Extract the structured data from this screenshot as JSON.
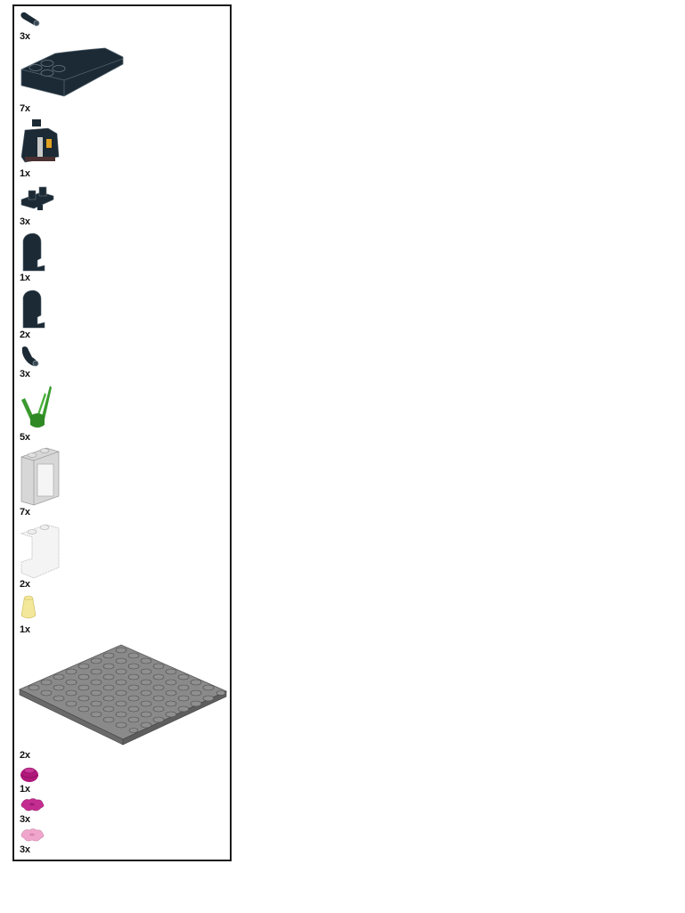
{
  "parts_list": {
    "items": [
      {
        "name": "arm-dark",
        "color": "#1b2a35",
        "qty": "3x"
      },
      {
        "name": "curved-slope",
        "color": "#1b2a35",
        "qty": "7x"
      },
      {
        "name": "minifig-torso",
        "color": "#1b2a35",
        "qty": "1x"
      },
      {
        "name": "minifig-hips",
        "color": "#1b2a35",
        "qty": "3x"
      },
      {
        "name": "minifig-leg-a",
        "color": "#1b2a35",
        "qty": "1x"
      },
      {
        "name": "minifig-leg-b",
        "color": "#1b2a35",
        "qty": "2x"
      },
      {
        "name": "arm-dark-2",
        "color": "#1b2a35",
        "qty": "3x"
      },
      {
        "name": "plant-stem",
        "color": "#3a9a2e",
        "qty": "5x"
      },
      {
        "name": "window-frame",
        "color": "#d7d7d7",
        "qty": "7x"
      },
      {
        "name": "panel-transparent",
        "color": "#eeeeee",
        "qty": "2x"
      },
      {
        "name": "cone-trans-yellow",
        "color": "#f2e79a",
        "qty": "1x"
      },
      {
        "name": "plate-8x8",
        "color": "#7e7e7e",
        "qty": "2x"
      },
      {
        "name": "round-plate-magenta",
        "color": "#b0187a",
        "qty": "1x"
      },
      {
        "name": "flower-magenta",
        "color": "#c42d90",
        "qty": "3x"
      },
      {
        "name": "flower-pink",
        "color": "#f0a6cc",
        "qty": "3x"
      }
    ]
  }
}
